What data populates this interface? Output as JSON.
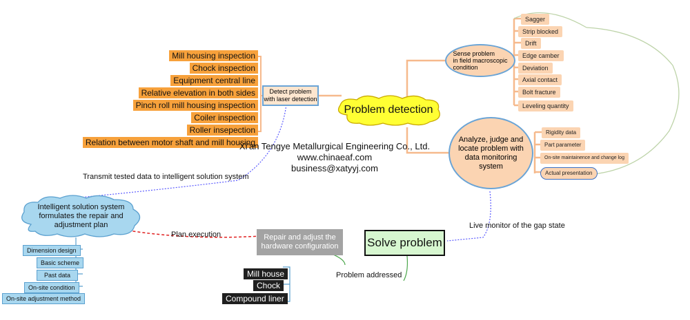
{
  "central": {
    "label": "Problem detection",
    "fill": "#ffff33"
  },
  "detect": {
    "label": "Detect problem\nwith laser detection",
    "items": [
      "Mill housing inspection",
      "Chock inspection",
      "Equipment central line",
      "Relative elevation in both sides",
      "Pinch roll mill housing inspection",
      "Coiler inspection",
      "Roller insepection",
      "Relation between motor shaft and mill housing"
    ]
  },
  "sense": {
    "label": "Sense problem\nin field macroscopic\ncondition",
    "items": [
      "Sagger",
      "Strip blocked",
      "Drift",
      "Edge camber",
      "Deviation",
      "Axial contact",
      "Bolt fracture",
      "Leveling quantity"
    ]
  },
  "analyze": {
    "label": "Analyze, judge and\nlocate problem with\ndata monitoring\nsystem",
    "items": [
      "Rigidity data",
      "Part parameter",
      "On-site maintainence and change log",
      "Actual presentation"
    ]
  },
  "company": {
    "name": "Xi'an Tengye Metallurgical Engineering Co., Ltd.",
    "web": "www.chinaeaf.com",
    "email": "business@xatyyj.com"
  },
  "edges": {
    "transmit": "Transmit tested data to intelligent solution system",
    "plan": "Plan execution",
    "live": "Live monitor of the gap state",
    "addressed": "Problem addressed"
  },
  "intelligent": {
    "label": "Intelligent solution system\nformulates the repair and\nadjustment plan",
    "items": [
      "Dimension design",
      "Basic scheme",
      "Past data",
      "On-site condition",
      "On-site adjustment method"
    ]
  },
  "repair": {
    "label": "Repair and adjust the\nhardware configuration",
    "items": [
      "Mill house",
      "Chock",
      "Compound liner"
    ]
  },
  "solve": {
    "label": "Solve problem"
  },
  "colors": {
    "orange": "#f7a13b",
    "peach": "#fbd4b2",
    "blue": "#a8d7ef",
    "green_box": "#d7f7d0",
    "dashed_red": "#e02020",
    "dashed_blue": "#5a5aff",
    "green_line": "#4aa64a"
  }
}
